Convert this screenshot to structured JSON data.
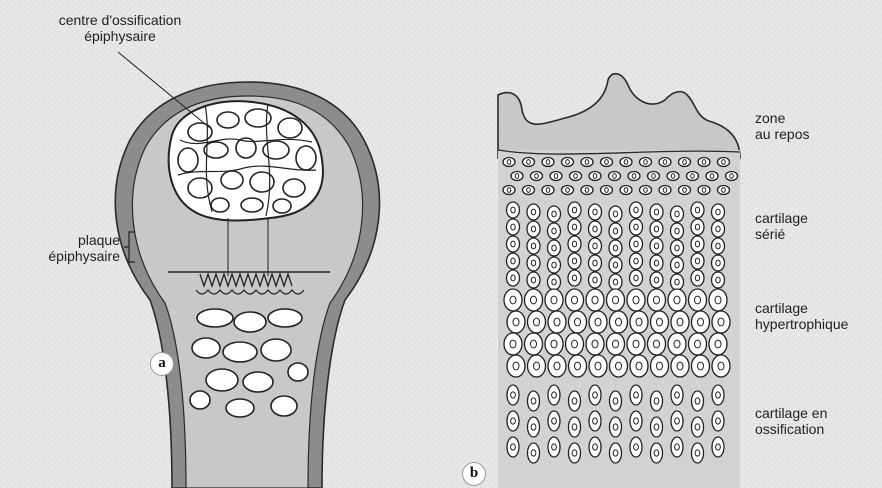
{
  "panel_a": {
    "tag": "a",
    "label_ossification_line1": "centre d'ossification",
    "label_ossification_line2": "épiphysaire",
    "label_plate_line1": "plaque",
    "label_plate_line2": "épiphysaire"
  },
  "panel_b": {
    "tag": "b",
    "zones": [
      {
        "line1": "zone",
        "line2": "au repos"
      },
      {
        "line1": "cartilage",
        "line2": "sérié"
      },
      {
        "line1": "cartilage",
        "line2": "hypertrophique"
      },
      {
        "line1": "cartilage en",
        "line2": "ossification"
      }
    ]
  },
  "colors": {
    "background": "#e7e7e5",
    "bone_shaft": "#8c8c8a",
    "bone_fill": "#c8c8c6",
    "cell_fill": "#ffffff",
    "line": "#2a2a2a"
  }
}
